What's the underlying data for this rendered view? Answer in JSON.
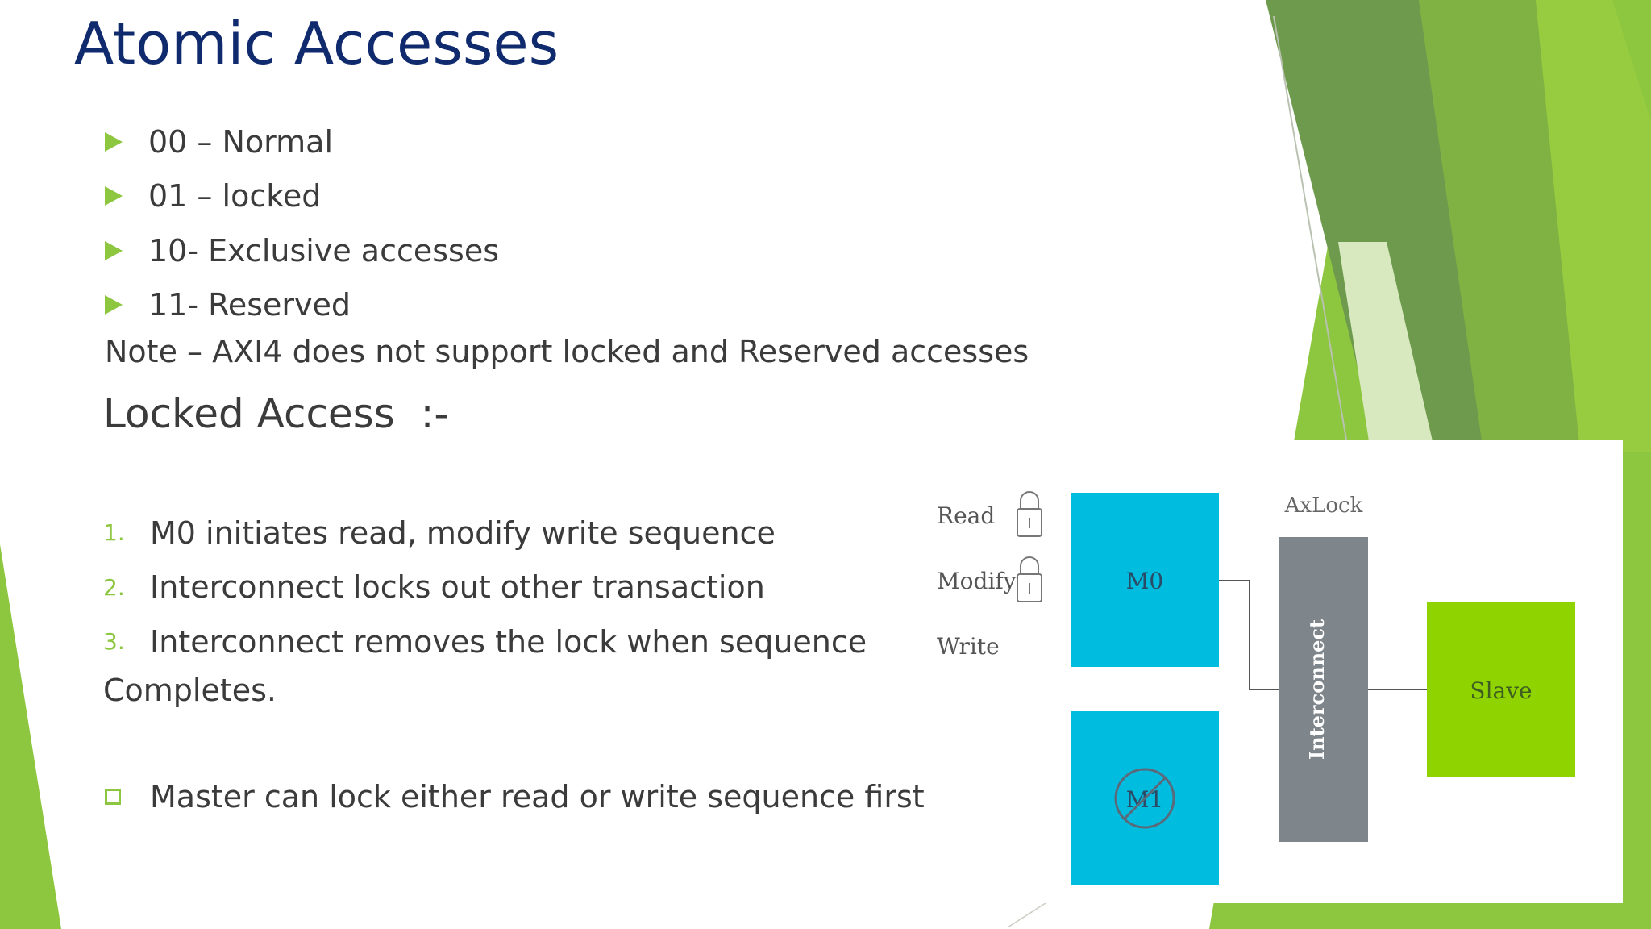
{
  "slide": {
    "title": "Atomic Accesses",
    "bullets": [
      {
        "text": "00 – Normal"
      },
      {
        "text": "01 – locked"
      },
      {
        "text": "10- Exclusive accesses"
      },
      {
        "text": "11- Reserved"
      }
    ],
    "note": "Note – AXI4 does not support locked and Reserved accesses",
    "subheading": "Locked Access  :-",
    "steps": [
      {
        "number": "1.",
        "text": "M0 initiates read, modify write sequence"
      },
      {
        "number": "2.",
        "text": "Interconnect locks out other transaction"
      },
      {
        "number": "3.",
        "text": "Interconnect removes the lock when sequence"
      }
    ],
    "continuation": "Completes.",
    "sub_bullet": "Master can lock either read or write sequence first"
  },
  "diagram": {
    "ops": {
      "read": "Read",
      "modify": "Modify",
      "write": "Write"
    },
    "axlock_label": "AxLock",
    "m0_label": "M0",
    "m1_label": "M1",
    "interconnect_label": "Interconnect",
    "slave_label": "Slave",
    "icons": [
      "lock-icon",
      "lock-icon",
      "prohibited-icon"
    ]
  },
  "colors": {
    "title": "#102a6e",
    "text": "#3b3b3b",
    "accent_green": "#8dc63f",
    "master_block": "#00bde0",
    "interconnect_block": "#7e868c",
    "slave_block": "#8fd400"
  }
}
